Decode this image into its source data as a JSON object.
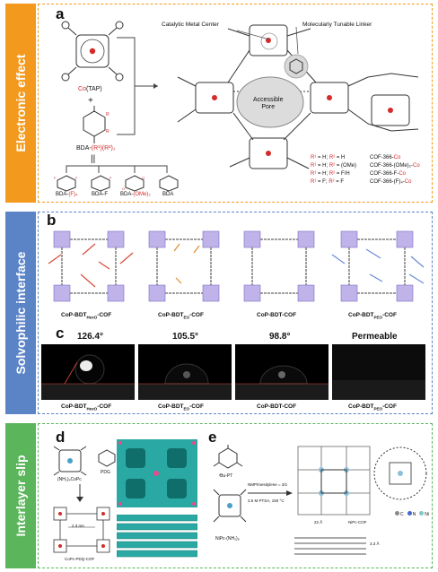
{
  "colors": {
    "orange": "#f39a1e",
    "blue": "#5b84c7",
    "green": "#5bb55b",
    "co_red": "#d42a2a",
    "porph_purple": "#8a7ad1"
  },
  "panel_a": {
    "label": "a",
    "section_title": "Electronic effect",
    "reagent_tap": "Co(TAP)",
    "reagent_tap_metal": "Co",
    "reagent_tap_rest": "(TAP)",
    "plus": "+",
    "reagent_bda": "BDA-(R¹)(R²)₂",
    "reagent_bda_base": "BDA-",
    "reagent_bda_sub": "(R¹)(R²)₂",
    "callout_metal": "Catalytic Metal Center",
    "callout_linker": "Molecularly Tunable Linker",
    "pore_label": "Accessible Pore",
    "pore_line1": "Accessible",
    "pore_line2": "Pore",
    "linkers": [
      {
        "name": "BDA-(F)₄",
        "base": "BDA-",
        "sub": "(F)₄"
      },
      {
        "name": "BDA-F",
        "base": "BDA-F",
        "sub": ""
      },
      {
        "name": "BDA-(OMe)₂",
        "base": "BDA-",
        "sub": "(OMe)₂"
      },
      {
        "name": "BDA",
        "base": "BDA",
        "sub": ""
      }
    ],
    "substituents": [
      {
        "r1": "R¹",
        "r1_eq": " = H; ",
        "r2": "R²",
        "r2_eq": " = H",
        "cof": "COF-366-",
        "metal": "Co"
      },
      {
        "r1": "R¹",
        "r1_eq": " = H; ",
        "r2": "R²",
        "r2_eq": " = (OMe)",
        "cof": "COF-366-(OMe)₂-",
        "metal": "Co"
      },
      {
        "r1": "R¹",
        "r1_eq": " = H; ",
        "r2": "R²",
        "r2_eq": " = F/H",
        "cof": "COF-366-F-",
        "metal": "Co"
      },
      {
        "r1": "R¹",
        "r1_eq": " = F; ",
        "r2": "R²",
        "r2_eq": " = F",
        "cof": "COF-366-(F)₄-",
        "metal": "Co"
      }
    ]
  },
  "panel_b": {
    "label": "b",
    "section_title": "Solvophilic interface",
    "cofs": [
      {
        "name": "CoP-BDT",
        "sub": "HexO",
        "suffix": "-COF"
      },
      {
        "name": "CoP-BDT",
        "sub": "EO",
        "suffix": "-COF"
      },
      {
        "name": "CoP-BDT",
        "sub": "",
        "suffix": "-COF"
      },
      {
        "name": "CoP-BDT",
        "sub": "PEO",
        "suffix": "-COF"
      }
    ]
  },
  "panel_c": {
    "label": "c",
    "angles": [
      "126.4°",
      "105.5°",
      "98.8°",
      "Permeable"
    ],
    "cofs": [
      {
        "name": "CoP-BDT",
        "sub": "HexO",
        "suffix": "-COF"
      },
      {
        "name": "CoP-BDT",
        "sub": "EO",
        "suffix": "-COF"
      },
      {
        "name": "CoP-BDT",
        "sub": "",
        "suffix": "-COF"
      },
      {
        "name": "CoP-BDT",
        "sub": "PEO",
        "suffix": "-COF"
      }
    ]
  },
  "panel_d": {
    "label": "d",
    "section_title": "Interlayer slip",
    "reagent1": "(NH₂)₄CoPc",
    "reagent2": "PDG",
    "spacing": "2.3 nm",
    "product": "CoPc-PDQ-COF"
  },
  "panel_e": {
    "label": "e",
    "reagent1": "ᵗBu-PT",
    "reagent2": "NiPc-(NH₂)₈",
    "conditions1": "NMP/mesitylene = 3/1",
    "conditions2": "3.5 M PTSA, 150 °C",
    "spacing": "22 Å",
    "product": "NiPc-COF",
    "stack": "3.3 Å",
    "legend_elements": [
      "C",
      "N",
      "Ni"
    ]
  }
}
